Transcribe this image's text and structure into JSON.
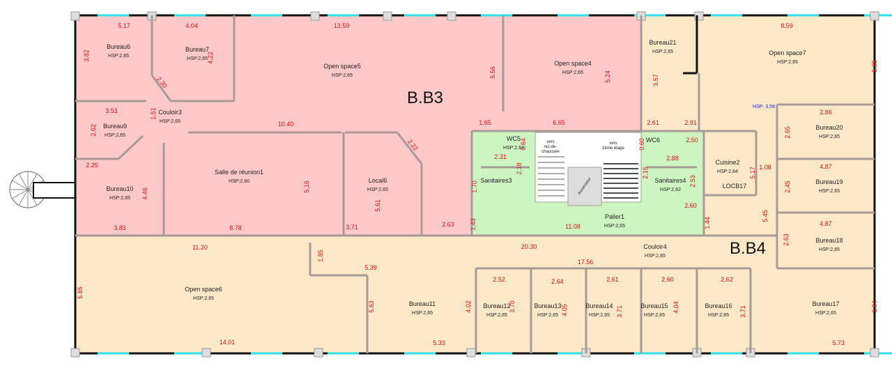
{
  "colors": {
    "zone_b3": "#ffc9c9",
    "zone_b4": "#fde8c8",
    "circulation": "#cdf5c2",
    "wall": "#a89a96",
    "dimension": "#e01010",
    "blue_note": "#1a1aee"
  },
  "zones": [
    "B.B3",
    "B.B4"
  ],
  "rooms": [
    {
      "name": "Bureau6",
      "hsp": "HSP:2,65"
    },
    {
      "name": "Bureau7",
      "hsp": "HSP:2,65"
    },
    {
      "name": "Open space5",
      "hsp": "HSP:2,65"
    },
    {
      "name": "Open space4",
      "hsp": "HSP:2,65"
    },
    {
      "name": "Bureau21",
      "hsp": "HSP:2,65"
    },
    {
      "name": "Open space7",
      "hsp": "HSP:2,65"
    },
    {
      "name": "Couloir3",
      "hsp": "HSP:2,65"
    },
    {
      "name": "Bureau9",
      "hsp": "HSP:2,65"
    },
    {
      "name": "Salle de réunion1",
      "hsp": "HSP:2,60"
    },
    {
      "name": "Local6",
      "hsp": "HSP:2,65"
    },
    {
      "name": "Bureau10",
      "hsp": "HSP:2,65"
    },
    {
      "name": "WC5",
      "hsp": "HSP:2,64"
    },
    {
      "name": "WC6",
      "hsp": ""
    },
    {
      "name": "Sanitaires3",
      "hsp": ""
    },
    {
      "name": "Sanitaires4",
      "hsp": "HSP:2,62"
    },
    {
      "name": "Cuisine2",
      "hsp": "HSP:2,64"
    },
    {
      "name": "LOCB17",
      "hsp": ""
    },
    {
      "name": "Palier1",
      "hsp": "HSP:2,65"
    },
    {
      "name": "Bureau20",
      "hsp": "HSP:2,65"
    },
    {
      "name": "Bureau19",
      "hsp": "HSP:2,65"
    },
    {
      "name": "Bureau18",
      "hsp": "HSP:2,65"
    },
    {
      "name": "Couloir4",
      "hsp": "HSP:2,65"
    },
    {
      "name": "Open space6",
      "hsp": "HSP:2,65"
    },
    {
      "name": "Bureau11",
      "hsp": "HSP:2,65"
    },
    {
      "name": "Bureau12",
      "hsp": "HSP:2,65"
    },
    {
      "name": "Bureau13",
      "hsp": "HSP:2,65"
    },
    {
      "name": "Bureau14",
      "hsp": "HSP:2,65"
    },
    {
      "name": "Bureau15",
      "hsp": "HSP:2,65"
    },
    {
      "name": "Bureau16",
      "hsp": "HSP:2,65"
    },
    {
      "name": "Bureau17",
      "hsp": "HSP:2,65"
    }
  ],
  "notes": {
    "blue_hsp": "HSP: 3,59",
    "stairs_down": [
      "vers",
      "rez-de-",
      "chaussée"
    ],
    "stairs_up": [
      "vers",
      "2ème étage"
    ],
    "elevator": "Ascenseur"
  },
  "dimensions": [
    "5.17",
    "4.04",
    "13.59",
    "3.82",
    "4.22",
    "2.30",
    "3.51",
    "1.51",
    "2.62",
    "10.40",
    "2.22",
    "2.25",
    "4.46",
    "5.16",
    "5.61",
    "3.83",
    "8.78",
    "3.71",
    "2.63",
    "5.56",
    "5.24",
    "1.65",
    "6.65",
    "2.61",
    "2.91",
    "3.57",
    "8.59",
    "5.85",
    "2.86",
    "2.65",
    "2.50",
    "0.64",
    "2.31",
    "2.18",
    "1.70",
    "1.43",
    "0.60",
    "2.88",
    "2.16",
    "2.53",
    "5.17",
    "1.08",
    "4.87",
    "2.45",
    "2.60",
    "5.45",
    "1.44",
    "4.87",
    "2.63",
    "11.08",
    "11.20",
    "20.30",
    "1.85",
    "17.56",
    "5.39",
    "5.85",
    "5.63",
    "4.02",
    "3.70",
    "4.05",
    "3.71",
    "4.04",
    "3.71",
    "3.84",
    "2.52",
    "2.64",
    "2.61",
    "2.60",
    "2.62",
    "14.01",
    "5.33",
    "5.73"
  ]
}
